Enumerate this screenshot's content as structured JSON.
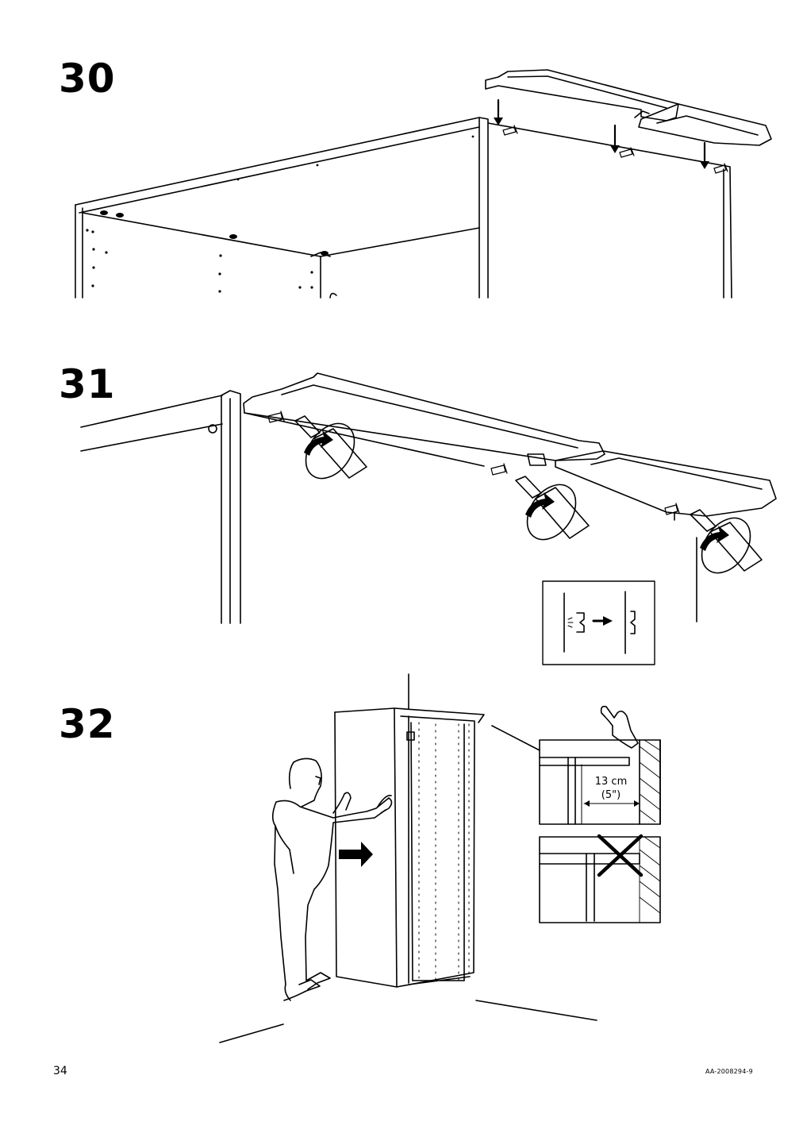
{
  "steps": [
    {
      "number": "30"
    },
    {
      "number": "31"
    },
    {
      "number": "32"
    }
  ],
  "measurement": {
    "value": "13 cm",
    "imperial": "(5\")"
  },
  "footer": {
    "page_number": "34",
    "document_code": "AA-2008294-9"
  }
}
